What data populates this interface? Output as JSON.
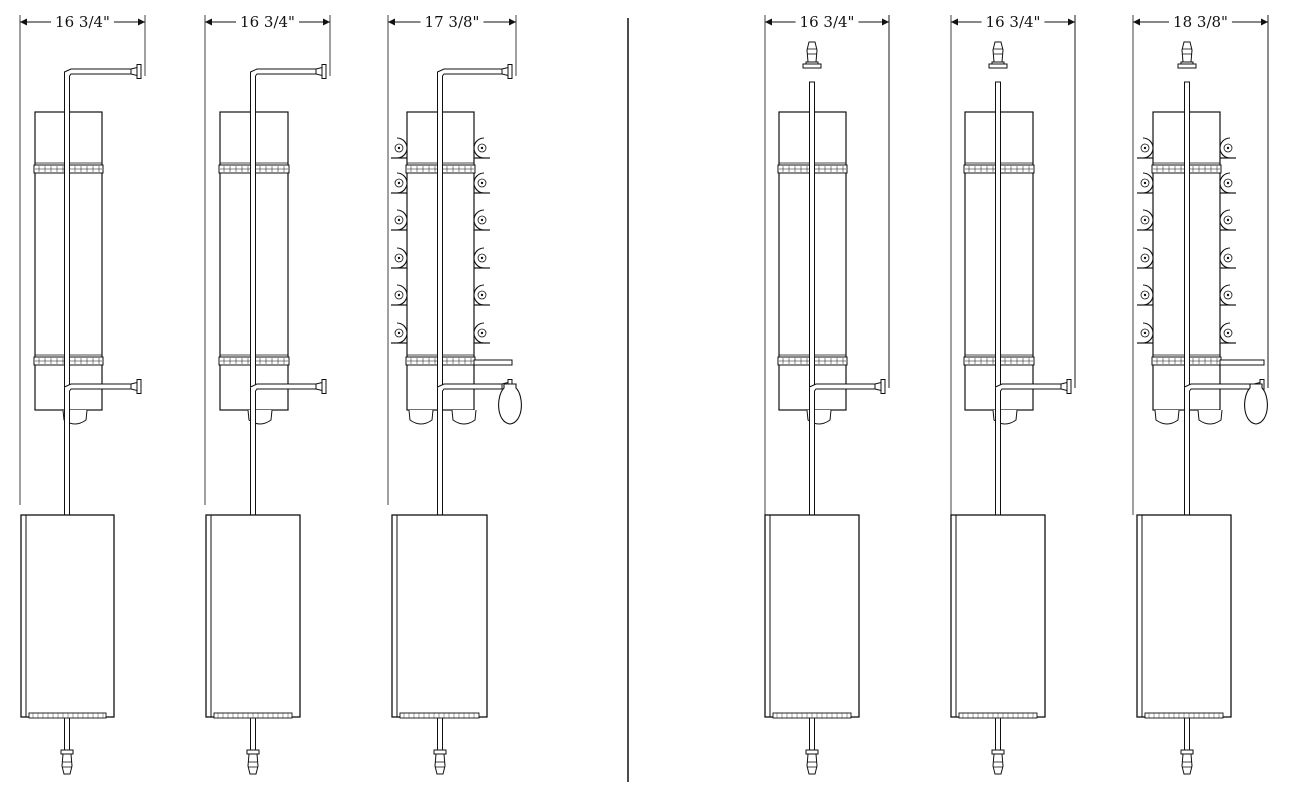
{
  "diagram": {
    "line_color": "#111111",
    "background": "#ffffff",
    "layout_groups": [
      "left",
      "right"
    ],
    "units": [
      {
        "id": "u1",
        "dimension": "16 3/4\"",
        "mount": "wall-arm",
        "holders": "none"
      },
      {
        "id": "u2",
        "dimension": "16 3/4\"",
        "mount": "wall-arm",
        "holders": "none"
      },
      {
        "id": "u3",
        "dimension": "17 3/8\"",
        "mount": "wall-arm",
        "holders": "cradles"
      },
      {
        "id": "u4",
        "dimension": "16 3/4\"",
        "mount": "ceiling",
        "holders": "none"
      },
      {
        "id": "u5",
        "dimension": "16 3/4\"",
        "mount": "ceiling",
        "holders": "none"
      },
      {
        "id": "u6",
        "dimension": "18 3/8\"",
        "mount": "ceiling",
        "holders": "cradles"
      }
    ]
  }
}
